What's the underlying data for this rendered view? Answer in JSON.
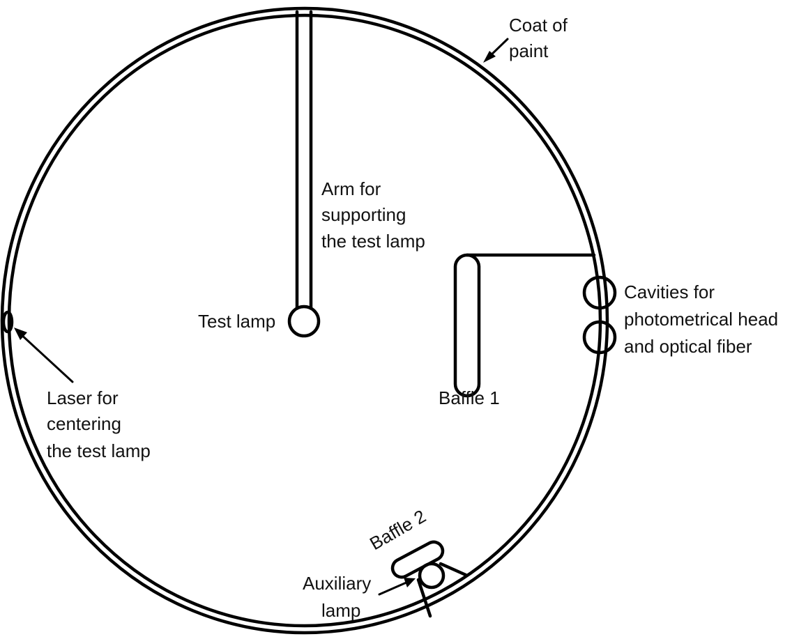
{
  "labels": {
    "coat": [
      "Coat of",
      "paint"
    ],
    "arm": [
      "Arm for",
      "supporting",
      "the test lamp"
    ],
    "test_lamp": "Test lamp",
    "baffle1": "Baffle 1",
    "cavities": [
      "Cavities for",
      "photometrical head",
      "and optical fiber"
    ],
    "laser": [
      "Laser for",
      "centering",
      "the test lamp"
    ],
    "baffle2": "Baffle 2",
    "aux_lamp": [
      "Auxiliary",
      "lamp"
    ]
  },
  "colors": {
    "stroke": "#000000",
    "background": "#ffffff",
    "text": "#111111"
  }
}
